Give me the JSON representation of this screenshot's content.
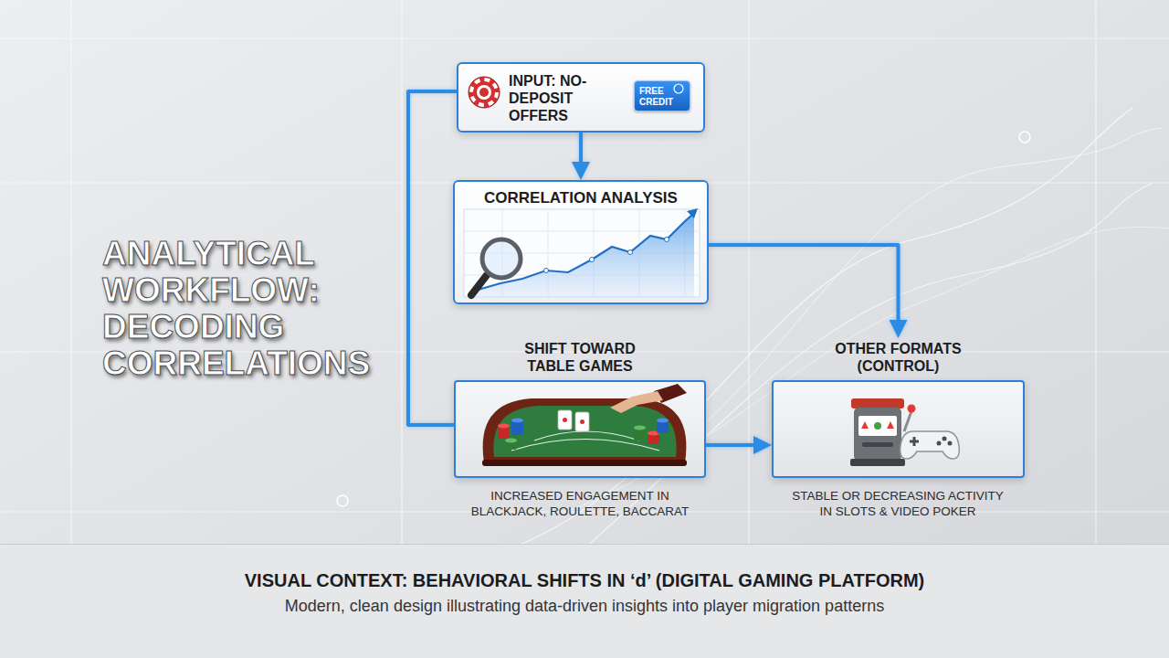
{
  "diagram": {
    "title": "ANALYTICAL WORKFLOW: DECODING CORRELATIONS",
    "caption": "VISUAL CONTEXT: BEHAVIORAL SHIFTS IN ‘d’ (DIGITAL GAMING PLATFORM)",
    "nodes": [
      {
        "text": [
          "INPUT: NO-DEPOSIT OFFERS"
        ]
      },
      {
        "text": [
          "FREE CREDIT"
        ],
        "in": 0
      },
      {
        "text": [
          "CORRELATION ANALYSIS"
        ]
      },
      {
        "text": [
          "SHIFT TOWARD TABLE GAMES",
          "INCREASED ENGAGEMENT IN BLACKJACK, ROULETTE, BACCARAT"
        ]
      },
      {
        "text": [
          "OTHER FORMATS (CONTROL)",
          "STABLE OR DECREASING ACTIVITY IN SLOTS & VIDEO POKER"
        ]
      }
    ],
    "edges": [
      {
        "from": 0,
        "to": 2,
        "arrow": "to"
      },
      {
        "from": 2,
        "to": 4,
        "arrow": "to"
      },
      {
        "from": 0,
        "to": 3,
        "arrow": "none"
      },
      {
        "from": 3,
        "to": 4,
        "arrow": "to"
      }
    ],
    "labels": [
      "Modern, clean design illustrating data-driven insights into player migration patterns"
    ]
  }
}
